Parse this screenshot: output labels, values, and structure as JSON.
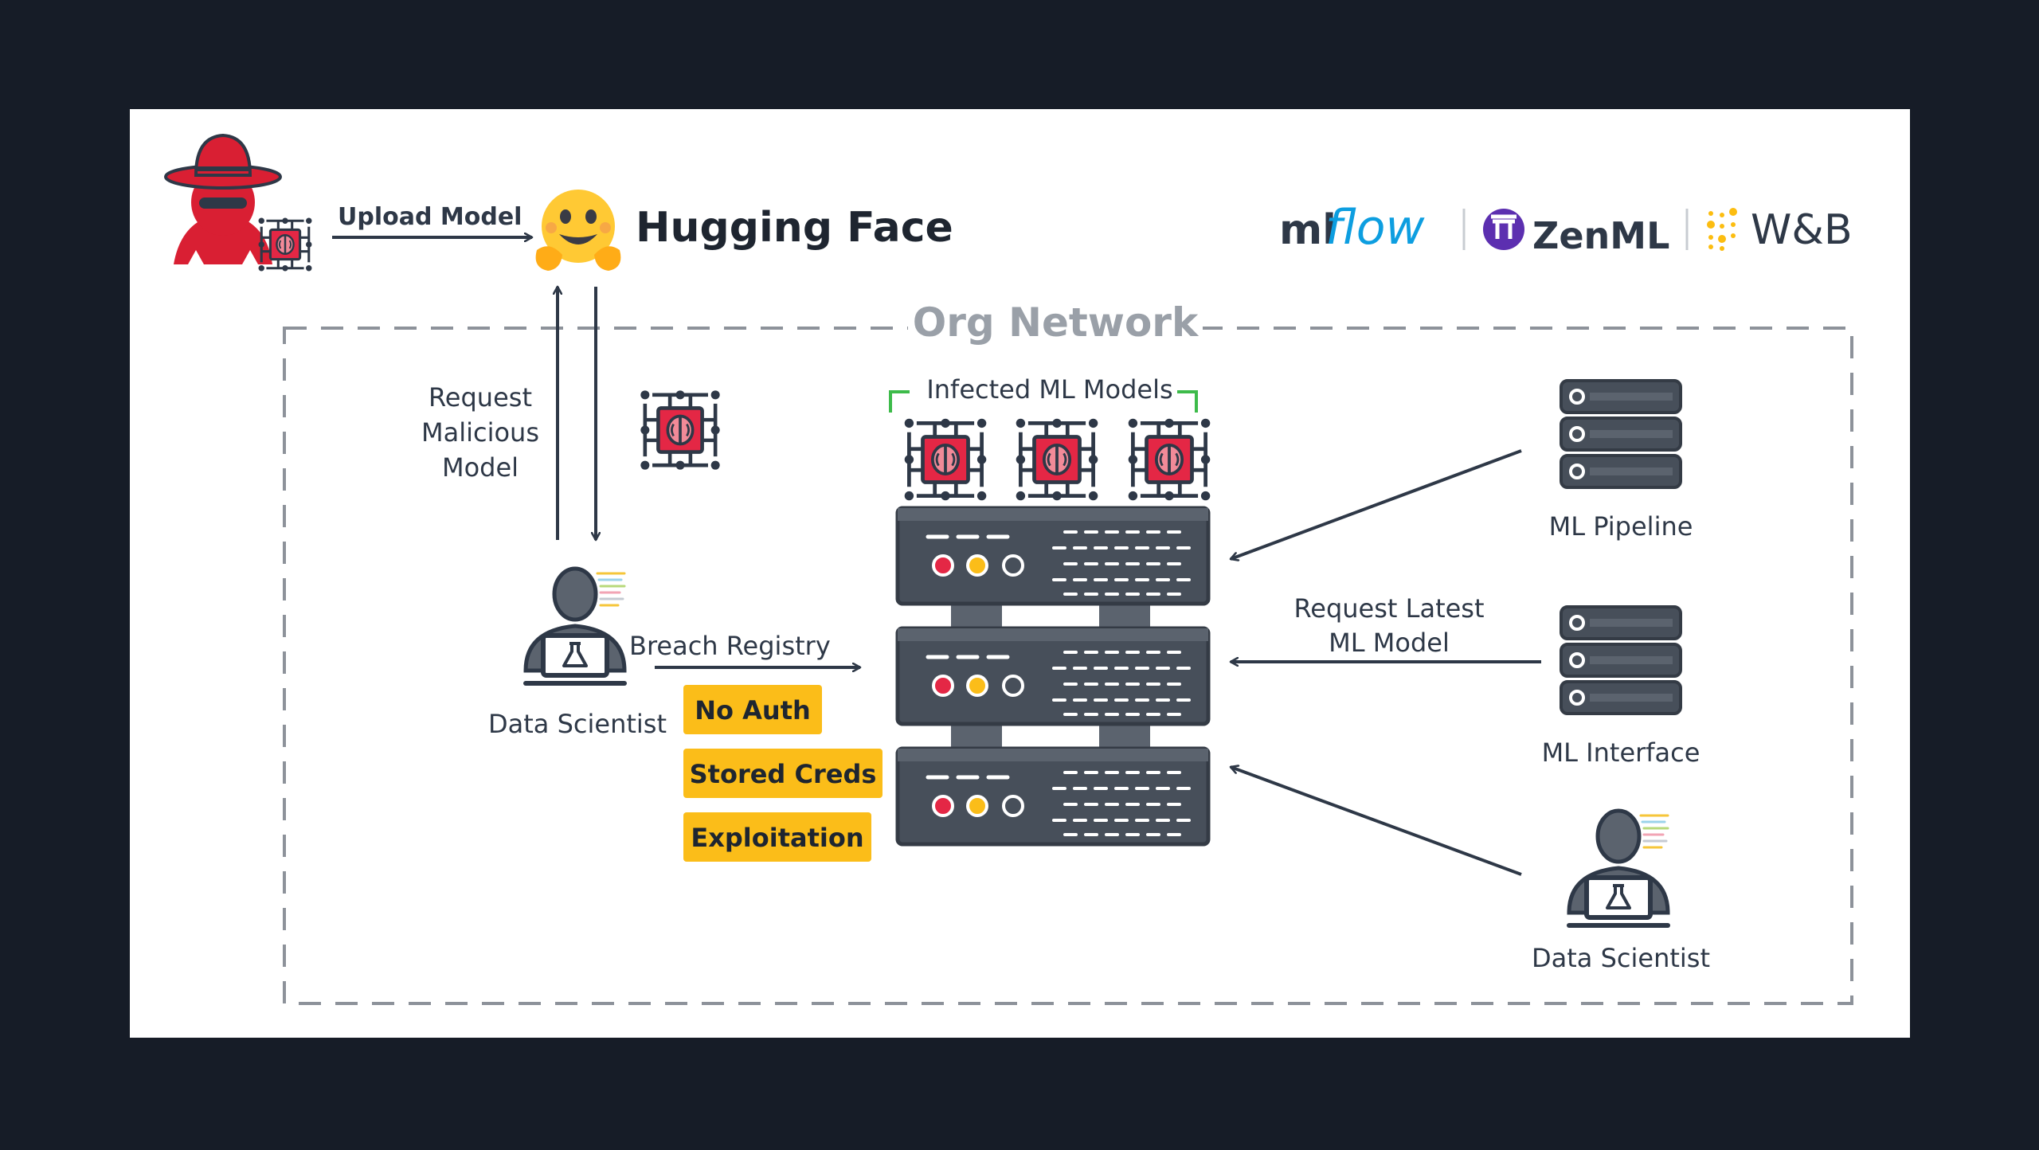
{
  "colors": {
    "background": "#161c27",
    "canvas": "#ffffff",
    "dark": "#2e3847",
    "server": "#474f5a",
    "server_dark": "#343b45",
    "malicious_red": "#e42745",
    "attacker_red": "#d91f33",
    "badge_yellow": "#fbbd19",
    "bracket_green": "#3dbb4a",
    "hf_yellow": "#ffc934",
    "wandb_gold": "#fcbd10",
    "zenml_purple": "#5c2fb0",
    "mlflow_blue": "#0d9ee0"
  },
  "attacker": {
    "icon": "hacker-icon",
    "arrow_label": "Upload Model"
  },
  "hub": {
    "name": "Hugging Face",
    "icon": "hugging-face-emoji-icon"
  },
  "partners": {
    "mlflow_ml": "ml",
    "mlflow_flow": "flow",
    "zenml": "ZenML",
    "wandb": "W&B"
  },
  "network": {
    "title": "Org Network"
  },
  "request": {
    "line1": "Request",
    "line2": "Malicious",
    "line3": "Model"
  },
  "scientist_left": {
    "label": "Data Scientist",
    "arrow_label": "Breach Registry"
  },
  "badges": [
    "No Auth",
    "Stored Creds",
    "Exploitation"
  ],
  "registry": {
    "models_label": "Infected ML Models"
  },
  "right_side": {
    "pipeline": "ML Pipeline",
    "interface": "ML Interface",
    "scientist": "Data Scientist",
    "request_line1": "Request Latest",
    "request_line2": "ML Model"
  }
}
